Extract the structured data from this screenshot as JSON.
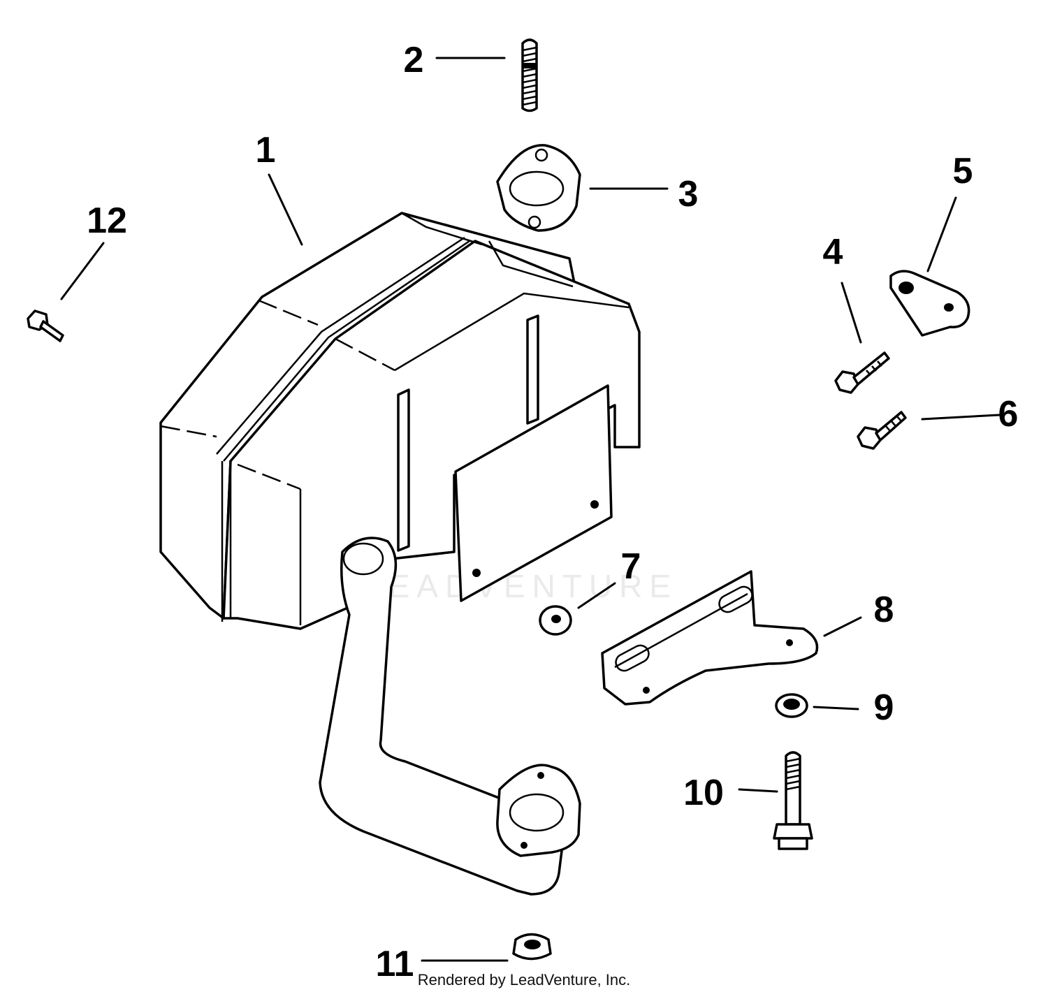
{
  "diagram": {
    "callouts": [
      {
        "id": "1",
        "label": "1"
      },
      {
        "id": "2",
        "label": "2"
      },
      {
        "id": "3",
        "label": "3"
      },
      {
        "id": "4",
        "label": "4"
      },
      {
        "id": "5",
        "label": "5"
      },
      {
        "id": "6",
        "label": "6"
      },
      {
        "id": "7",
        "label": "7"
      },
      {
        "id": "8",
        "label": "8"
      },
      {
        "id": "9",
        "label": "9"
      },
      {
        "id": "10",
        "label": "10"
      },
      {
        "id": "11",
        "label": "11"
      },
      {
        "id": "12",
        "label": "12"
      }
    ],
    "watermark": "LEADVENTURE",
    "footer": "Rendered by LeadVenture, Inc."
  }
}
